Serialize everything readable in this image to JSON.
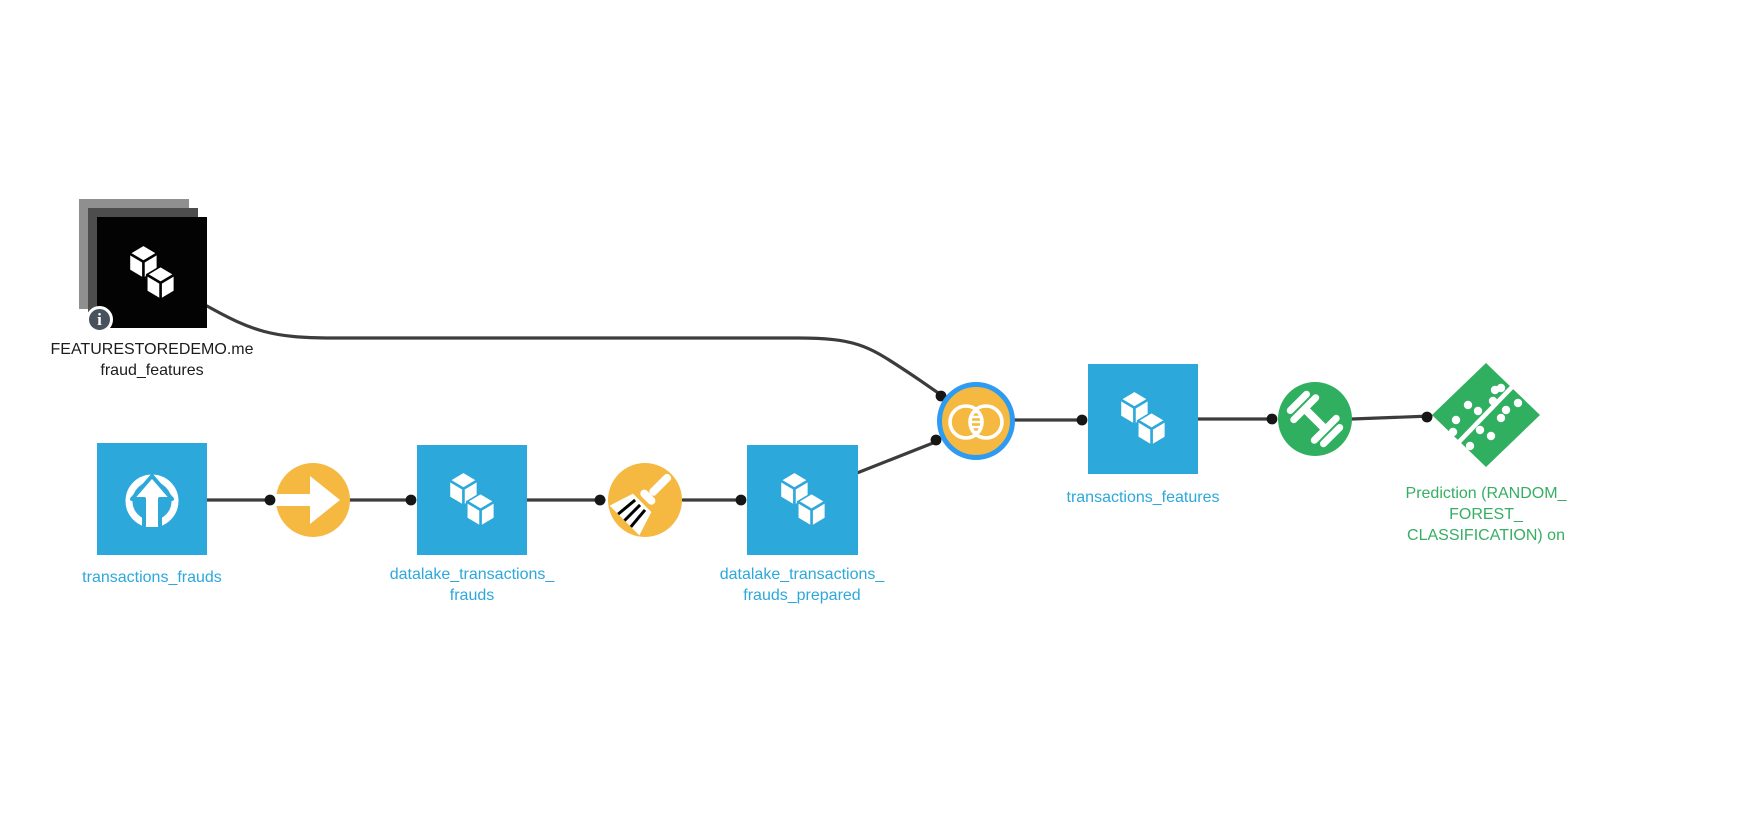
{
  "canvas": {
    "background": "#ffffff"
  },
  "colors": {
    "dataset_blue": "#2CA8DB",
    "recipe_orange": "#F5B942",
    "ml_green": "#2FAF5F",
    "selection_ring_blue": "#2E9BF2",
    "edge_gray": "#3C3C3C",
    "shared_dataset_black": "#030303",
    "label_dark": "#1C1C1C"
  },
  "nodes": [
    {
      "id": "featurestore_fraud_features",
      "type": "shared-dataset-stack",
      "icon": "dataset-cubes-icon",
      "label": "FEATURESTOREDEMO.me\nfraud_features",
      "badge": "info"
    },
    {
      "id": "transactions_frauds",
      "type": "uploaded-dataset",
      "icon": "upload-icon",
      "label": "transactions_frauds"
    },
    {
      "id": "sync_recipe",
      "type": "recipe",
      "icon": "sync-arrow-icon",
      "label": ""
    },
    {
      "id": "datalake_transactions_frauds",
      "type": "dataset",
      "icon": "dataset-cubes-icon",
      "label": "datalake_transactions_\nfrauds"
    },
    {
      "id": "prepare_recipe",
      "type": "recipe",
      "icon": "broom-icon",
      "label": ""
    },
    {
      "id": "datalake_transactions_frauds_prepared",
      "type": "dataset",
      "icon": "dataset-cubes-icon",
      "label": "datalake_transactions_\nfrauds_prepared"
    },
    {
      "id": "join_recipe",
      "type": "recipe-selected",
      "icon": "join-venn-icon",
      "label": ""
    },
    {
      "id": "transactions_features",
      "type": "dataset",
      "icon": "dataset-cubes-icon",
      "label": "transactions_features"
    },
    {
      "id": "train_recipe",
      "type": "ml-recipe",
      "icon": "dumbbell-icon",
      "label": ""
    },
    {
      "id": "prediction_model",
      "type": "saved-model",
      "icon": "scatter-diamond-icon",
      "label": "Prediction (RANDOM_\nFOREST_\nCLASSIFICATION) on"
    }
  ],
  "edges": [
    {
      "from": "featurestore_fraud_features",
      "to": "join_recipe"
    },
    {
      "from": "transactions_frauds",
      "to": "sync_recipe"
    },
    {
      "from": "sync_recipe",
      "to": "datalake_transactions_frauds"
    },
    {
      "from": "datalake_transactions_frauds",
      "to": "prepare_recipe"
    },
    {
      "from": "prepare_recipe",
      "to": "datalake_transactions_frauds_prepared"
    },
    {
      "from": "datalake_transactions_frauds_prepared",
      "to": "join_recipe"
    },
    {
      "from": "join_recipe",
      "to": "transactions_features"
    },
    {
      "from": "transactions_features",
      "to": "train_recipe"
    },
    {
      "from": "train_recipe",
      "to": "prediction_model"
    }
  ],
  "badges": {
    "info_label": "i"
  }
}
